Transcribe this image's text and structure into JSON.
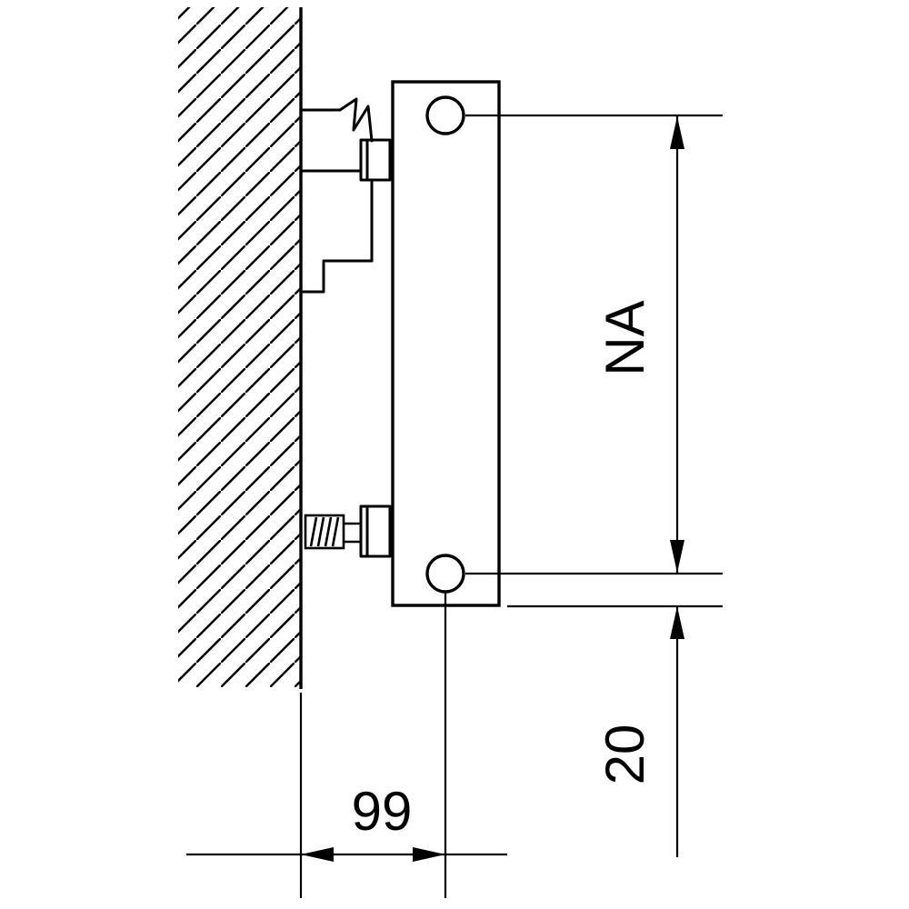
{
  "diagram": {
    "type": "technical-drawing",
    "subject": "radiator-side-view-wall-mounting",
    "labels": {
      "hub_distance": "NA",
      "bottom_offset": "20",
      "wall_to_axis": "99"
    },
    "colors": {
      "line": "#000000",
      "background": "#ffffff"
    }
  }
}
